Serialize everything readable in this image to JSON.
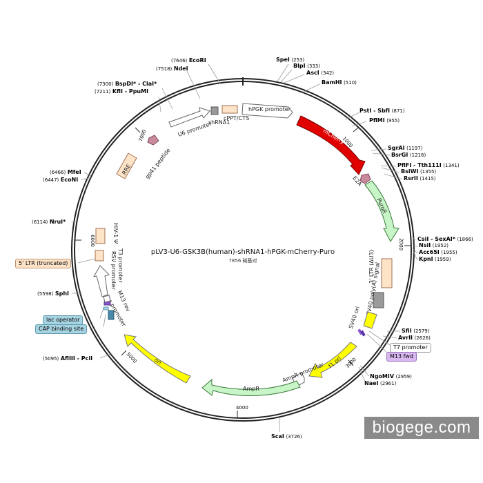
{
  "plasmid": {
    "name": "pLV3-U6-GSK3B(human)-shRNA1-hPGK-mCherry-Puro",
    "size": "7856 碱基对",
    "length": 7856
  },
  "ticks": [
    "1000",
    "2000",
    "3000",
    "4000",
    "5000",
    "6000",
    "7000"
  ],
  "sites": [
    {
      "name": "SpeI",
      "pos": "(253)"
    },
    {
      "name": "BlpI",
      "pos": "(333)"
    },
    {
      "name": "AscI",
      "pos": "(342)"
    },
    {
      "name": "BamHI",
      "pos": "(510)"
    },
    {
      "name": "PstI - SbfI",
      "pos": "(871)"
    },
    {
      "name": "PflMI",
      "pos": "(955)"
    },
    {
      "name": "SgrAI",
      "pos": "(1197)"
    },
    {
      "name": "BsrGI",
      "pos": "(1216)"
    },
    {
      "name": "PflFI - Tth111I",
      "pos": "(1341)"
    },
    {
      "name": "BsiWI",
      "pos": "(1355)"
    },
    {
      "name": "RsrII",
      "pos": "(1415)"
    },
    {
      "name": "CsiI - SexAI*",
      "pos": "(1866)"
    },
    {
      "name": "NsiI",
      "pos": "(1952)"
    },
    {
      "name": "Acc65I",
      "pos": "(1955)"
    },
    {
      "name": "KpnI",
      "pos": "(1959)"
    },
    {
      "name": "SfiI",
      "pos": "(2579)"
    },
    {
      "name": "AvrII",
      "pos": "(2626)"
    },
    {
      "name": "NgoMIV",
      "pos": "(2959)"
    },
    {
      "name": "NaeI",
      "pos": "(2961)"
    },
    {
      "name": "ScaI",
      "pos": "(3726)"
    },
    {
      "name": "AflIII - PciI",
      "pos": "(5095)"
    },
    {
      "name": "SphI",
      "pos": "(5598)"
    },
    {
      "name": "NruI*",
      "pos": "(6114)"
    },
    {
      "name": "EcoNI",
      "pos": "(6447)"
    },
    {
      "name": "MfeI",
      "pos": "(6466)"
    },
    {
      "name": "KflI - PpuMI",
      "pos": "(7211)"
    },
    {
      "name": "BspDI* - ClaI*",
      "pos": "(7300)"
    },
    {
      "name": "NdeI",
      "pos": "(7518)"
    },
    {
      "name": "EcoRI",
      "pos": "(7646)"
    }
  ],
  "features": {
    "hpgk": "hPGK promoter",
    "mcherry": "mCherry",
    "e2a": "E2A",
    "puror": "PuroR",
    "ltr3": "3' LTR (ΔU3)",
    "sv40pa": "SV40 poly(A) signal",
    "sv40ori": "SV40 ori",
    "f1ori": "f1 ori",
    "ampr_promoter": "AmpR promoter",
    "ampr": "AmpR",
    "ori": "ori",
    "lac_promoter": "lac promoter",
    "m13rev": "M13 rev",
    "t3": "T3 promoter",
    "rsv": "RSV promoter",
    "hiv": "HIV-1 Ψ",
    "rre": "RRE",
    "gp41": "gp41 peptide",
    "u6": "U6 promoter",
    "shrna": "shRNA1",
    "cppt": "cPPT/CTS"
  },
  "side_labels": {
    "t7": "T7 promoter",
    "m13fwd": "M13 fwd",
    "lac_operator": "lac operator",
    "cap": "CAP binding site",
    "ltr5": "5' LTR (truncated)"
  },
  "colors": {
    "backbone": "#333333",
    "mcherry": "#e00000",
    "resistance": "#c8f5c8",
    "origin": "#ffff00",
    "ltr": "#fde3c8",
    "promoter": "#ffffff",
    "terminator": "#9a9a9a",
    "purple": "#8855cc",
    "rre_pink": "#c98a9c",
    "m13fwd_box": "#d8b8ee",
    "lac_box": "#a8d4e2"
  },
  "watermark": "biogege.com"
}
